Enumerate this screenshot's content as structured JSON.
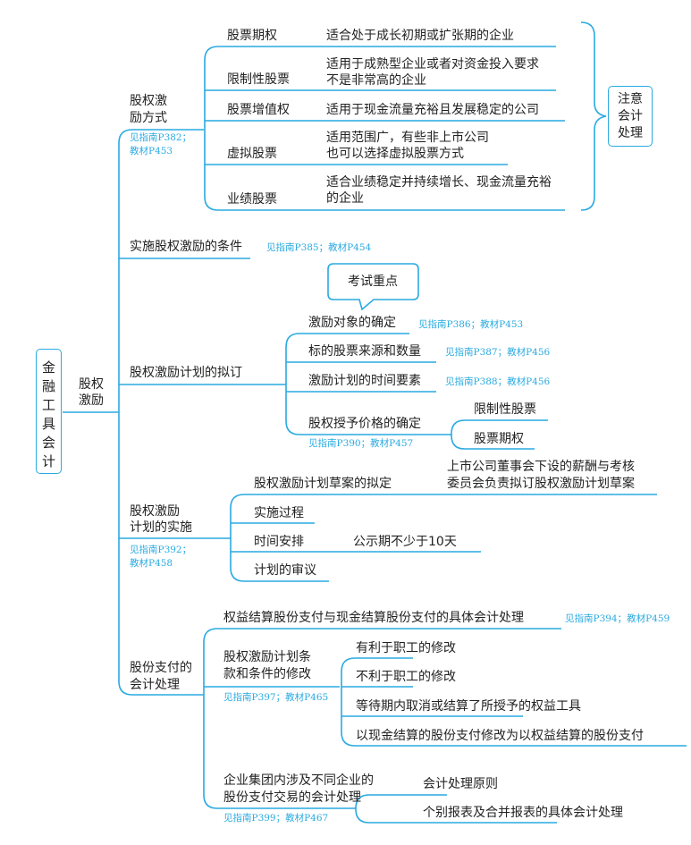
{
  "root": {
    "label": "金融工具会计"
  },
  "main": {
    "label": "股权激励"
  },
  "note": {
    "label": "注意会计处理"
  },
  "callout": {
    "label": "考试重点"
  },
  "modes": {
    "label_1": "股权激",
    "label_2": "励方式",
    "ref_1": "见指南P382；",
    "ref_2": "教材P453",
    "items": [
      {
        "name": "股票期权",
        "desc_1": "适合处于成长初期或扩张期的企业",
        "desc_2": ""
      },
      {
        "name": "限制性股票",
        "desc_1": "适用于成熟型企业或者对资金投入要求",
        "desc_2": "不是非常高的企业"
      },
      {
        "name": "股票增值权",
        "desc_1": "适用于现金流量充裕且发展稳定的公司",
        "desc_2": ""
      },
      {
        "name": "虚拟股票",
        "desc_1": "适用范围广，有些非上市公司",
        "desc_2": "也可以选择虚拟股票方式"
      },
      {
        "name": "业绩股票",
        "desc_1": "适合业绩稳定并持续增长、现金流量充裕",
        "desc_2": "的企业"
      }
    ]
  },
  "conditions": {
    "label": "实施股权激励的条件",
    "ref": "见指南P385；教材P454"
  },
  "plan": {
    "label": "股权激励计划的拟订",
    "items": [
      {
        "name": "激励对象的确定",
        "ref": "见指南P386；教材P453"
      },
      {
        "name": "标的股票来源和数量",
        "ref": "见指南P387；教材P456"
      },
      {
        "name": "激励计划的时间要素",
        "ref": "见指南P388；教材P456"
      },
      {
        "name": "股权授予价格的确定",
        "ref": "见指南P390；教材P457",
        "children": [
          "限制性股票",
          "股票期权"
        ]
      }
    ]
  },
  "implement": {
    "label_1": "股权激励",
    "label_2": "计划的实施",
    "ref_1": "见指南P392；",
    "ref_2": "教材P458",
    "items": [
      {
        "name": "股权激励计划草案的拟定",
        "desc_1": "上市公司董事会下设的薪酬与考核",
        "desc_2": "委员会负责拟订股权激励计划草案"
      },
      {
        "name": "实施过程"
      },
      {
        "name": "时间安排",
        "desc_1": "公示期不少于10天"
      },
      {
        "name": "计划的审议"
      }
    ]
  },
  "payment": {
    "label_1": "股份支付的",
    "label_2": "会计处理",
    "items": [
      {
        "name": "权益结算股份支付与现金结算股份支付的具体会计处理",
        "ref": "见指南P394；教材P459"
      },
      {
        "name_1": "股权激励计划条",
        "name_2": "款和条件的修改",
        "ref": "见指南P397；教材P465",
        "children": [
          "有利于职工的修改",
          "不利于职工的修改",
          "等待期内取消或结算了所授予的权益工具",
          "以现金结算的股份支付修改为以权益结算的股份支付"
        ]
      },
      {
        "name_1": "企业集团内涉及不同企业的",
        "name_2": "股份支付交易的会计处理",
        "ref": "见指南P399；教材P467",
        "children": [
          "会计处理原则",
          "个别报表及合并报表的具体会计处理"
        ]
      }
    ]
  },
  "colors": {
    "line": "#29aae1",
    "text": "#222222",
    "ref": "#29aae1"
  }
}
